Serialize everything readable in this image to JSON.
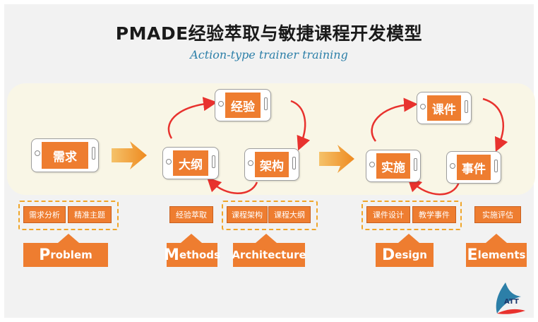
{
  "title": "PMADE经验萃取与敏捷课程开发模型",
  "subtitle": "Action-type trainer training",
  "phones": {
    "xuqiu": "需求",
    "dagang": "大纲",
    "jingyan": "经验",
    "jiagou": "架构",
    "shishi": "实施",
    "kejian": "课件",
    "shijian": "事件"
  },
  "tags": {
    "xuqiufenxi": "需求分析",
    "jingzhunzhuti": "精准主题",
    "jingyancuiqu": "经验萃取",
    "kechengjiagou": "课程架构",
    "kechengdagang": "课程大纲",
    "kejiansheji": "课件设计",
    "jiaoxueshijian": "教学事件",
    "shishipinggu": "实施评估"
  },
  "labels": {
    "problem": {
      "first": "P",
      "rest": "roblem"
    },
    "methods": {
      "first": "M",
      "rest": "ethods"
    },
    "architecture": {
      "first": "",
      "rest": "Architecture"
    },
    "design": {
      "first": "D",
      "rest": "esign"
    },
    "elements": {
      "first": "E",
      "rest": "lements"
    }
  },
  "logo": "ATT",
  "colors": {
    "accent": "#ee7d30",
    "arrow": "#e8322e",
    "dash": "#f0a62a",
    "subtitle": "#2c7fa8"
  }
}
